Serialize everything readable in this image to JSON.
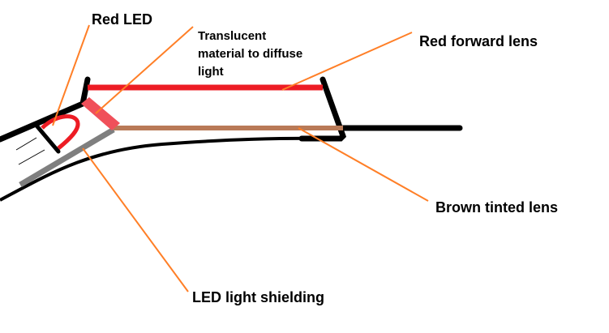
{
  "title": "LED lens assembly sketch",
  "labels": {
    "red_led": "Red LED",
    "translucent_line1": "Translucent",
    "translucent_line2": "material to diffuse",
    "translucent_line3": "light",
    "red_forward_lens": "Red forward lens",
    "brown_tinted_lens": "Brown tinted lens",
    "led_light_shielding": "LED light shielding"
  },
  "colors": {
    "outline": "#000000",
    "red_lens": "#ed1c24",
    "brown_lens": "#b97a57",
    "shielding": "#7f7f7f",
    "diffuser": "#f0505a",
    "leader": "#ff7f27"
  }
}
